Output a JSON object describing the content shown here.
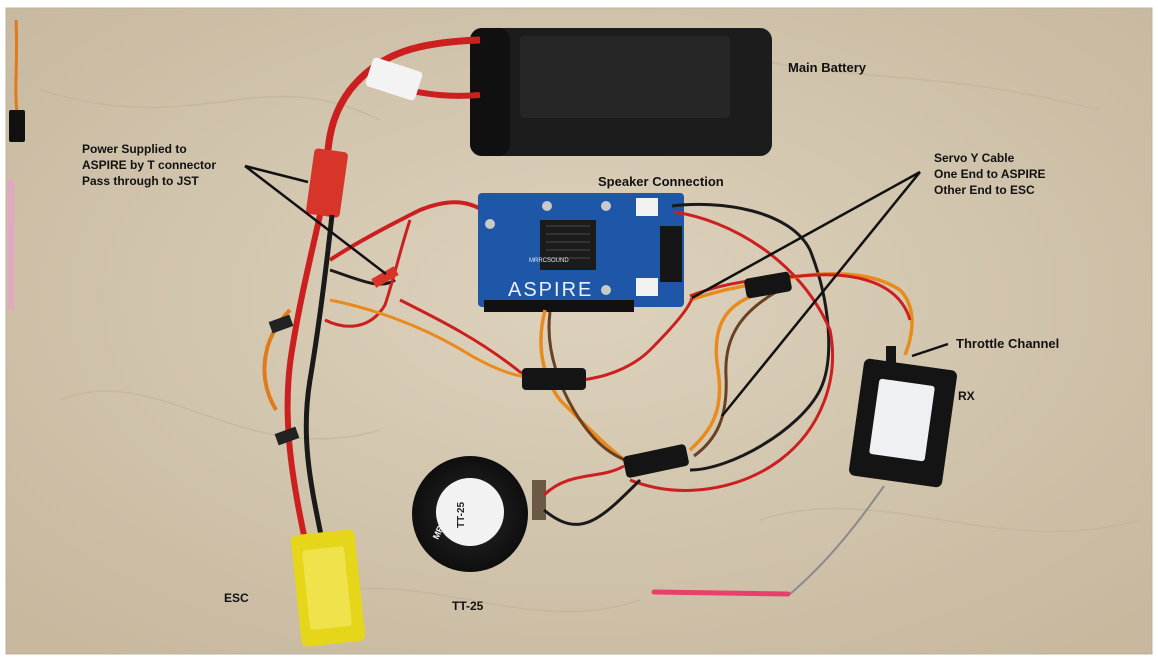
{
  "labels": {
    "main_battery": "Main Battery",
    "power_supplied": {
      "line1": "Power Supplied to",
      "line2": "ASPIRE by T connector",
      "line3": "Pass through to JST"
    },
    "speaker_connection": "Speaker Connection",
    "servo_y_cable": {
      "line1": "Servo Y Cable",
      "line2": "One End to ASPIRE",
      "line3": "Other End to ESC"
    },
    "throttle_channel": "Throttle Channel",
    "rx": "RX",
    "esc": "ESC",
    "tt25": "TT-25"
  },
  "printed_on_parts": {
    "board_name": "ASPIRE",
    "board_brand": "MRRCSOUND",
    "speaker_brand": "MRRCSOUND",
    "speaker_model": "TT-25"
  },
  "colors": {
    "background": "#d8ccb6",
    "pcb": "#1f57a8",
    "battery": "#1c1c1c",
    "esc": "#e5d619",
    "wire_red": "#cc1f1f",
    "wire_orange": "#e98a1c",
    "wire_brown": "#4a3320"
  }
}
